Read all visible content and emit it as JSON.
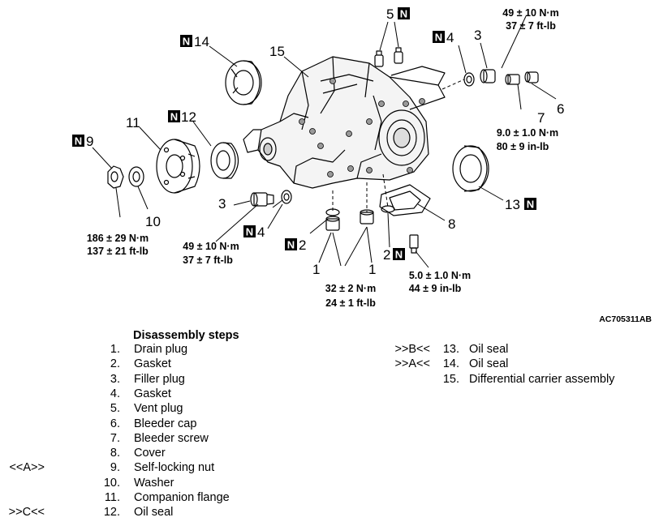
{
  "figure_id": "AC705311AB",
  "callouts": {
    "c1a": "1",
    "c1b": "1",
    "c2": "2",
    "c2n": "2",
    "c3l": "3",
    "c3r": "3",
    "c4l": "4",
    "c4r": "4",
    "c5": "5",
    "c6": "6",
    "c7": "7",
    "c8": "8",
    "c9": "9",
    "c10": "10",
    "c11": "11",
    "c12": "12",
    "c13": "13",
    "c14": "14",
    "c15": "15"
  },
  "n_mark": "N",
  "torques": {
    "top_right": [
      "49 ± 10 N·m",
      "37 ± 7 ft-lb"
    ],
    "bleeder": [
      "9.0 ± 1.0 N·m",
      "80 ± 9 in-lb"
    ],
    "nut": [
      "186 ± 29 N·m",
      "137 ± 21 ft-lb"
    ],
    "filler": [
      "49 ± 10 N·m",
      "37 ± 7 ft-lb"
    ],
    "drain": [
      "32 ± 2 N·m",
      "24 ± 1 ft-lb"
    ],
    "cover": [
      "5.0 ± 1.0 N·m",
      "44 ± 9 in-lb"
    ]
  },
  "steps_title": "Disassembly steps",
  "steps": [
    {
      "mark": "",
      "num": "1.",
      "label": "Drain plug"
    },
    {
      "mark": "",
      "num": "2.",
      "label": "Gasket"
    },
    {
      "mark": "",
      "num": "3.",
      "label": "Filler plug"
    },
    {
      "mark": "",
      "num": "4.",
      "label": "Gasket"
    },
    {
      "mark": "",
      "num": "5.",
      "label": "Vent plug"
    },
    {
      "mark": "",
      "num": "6.",
      "label": "Bleeder cap"
    },
    {
      "mark": "",
      "num": "7.",
      "label": "Bleeder screw"
    },
    {
      "mark": "",
      "num": "8.",
      "label": "Cover"
    },
    {
      "mark": "<<A>>",
      "num": "9.",
      "label": "Self-locking nut"
    },
    {
      "mark": "",
      "num": "10.",
      "label": "Washer"
    },
    {
      "mark": "",
      "num": "11.",
      "label": "Companion flange"
    },
    {
      "mark": ">>C<<",
      "num": "12.",
      "label": "Oil seal"
    },
    {
      "mark": ">>B<<",
      "num": "13.",
      "label": "Oil seal"
    },
    {
      "mark": ">>A<<",
      "num": "14.",
      "label": "Oil seal"
    },
    {
      "mark": "",
      "num": "15.",
      "label": "Differential carrier assembly"
    }
  ]
}
